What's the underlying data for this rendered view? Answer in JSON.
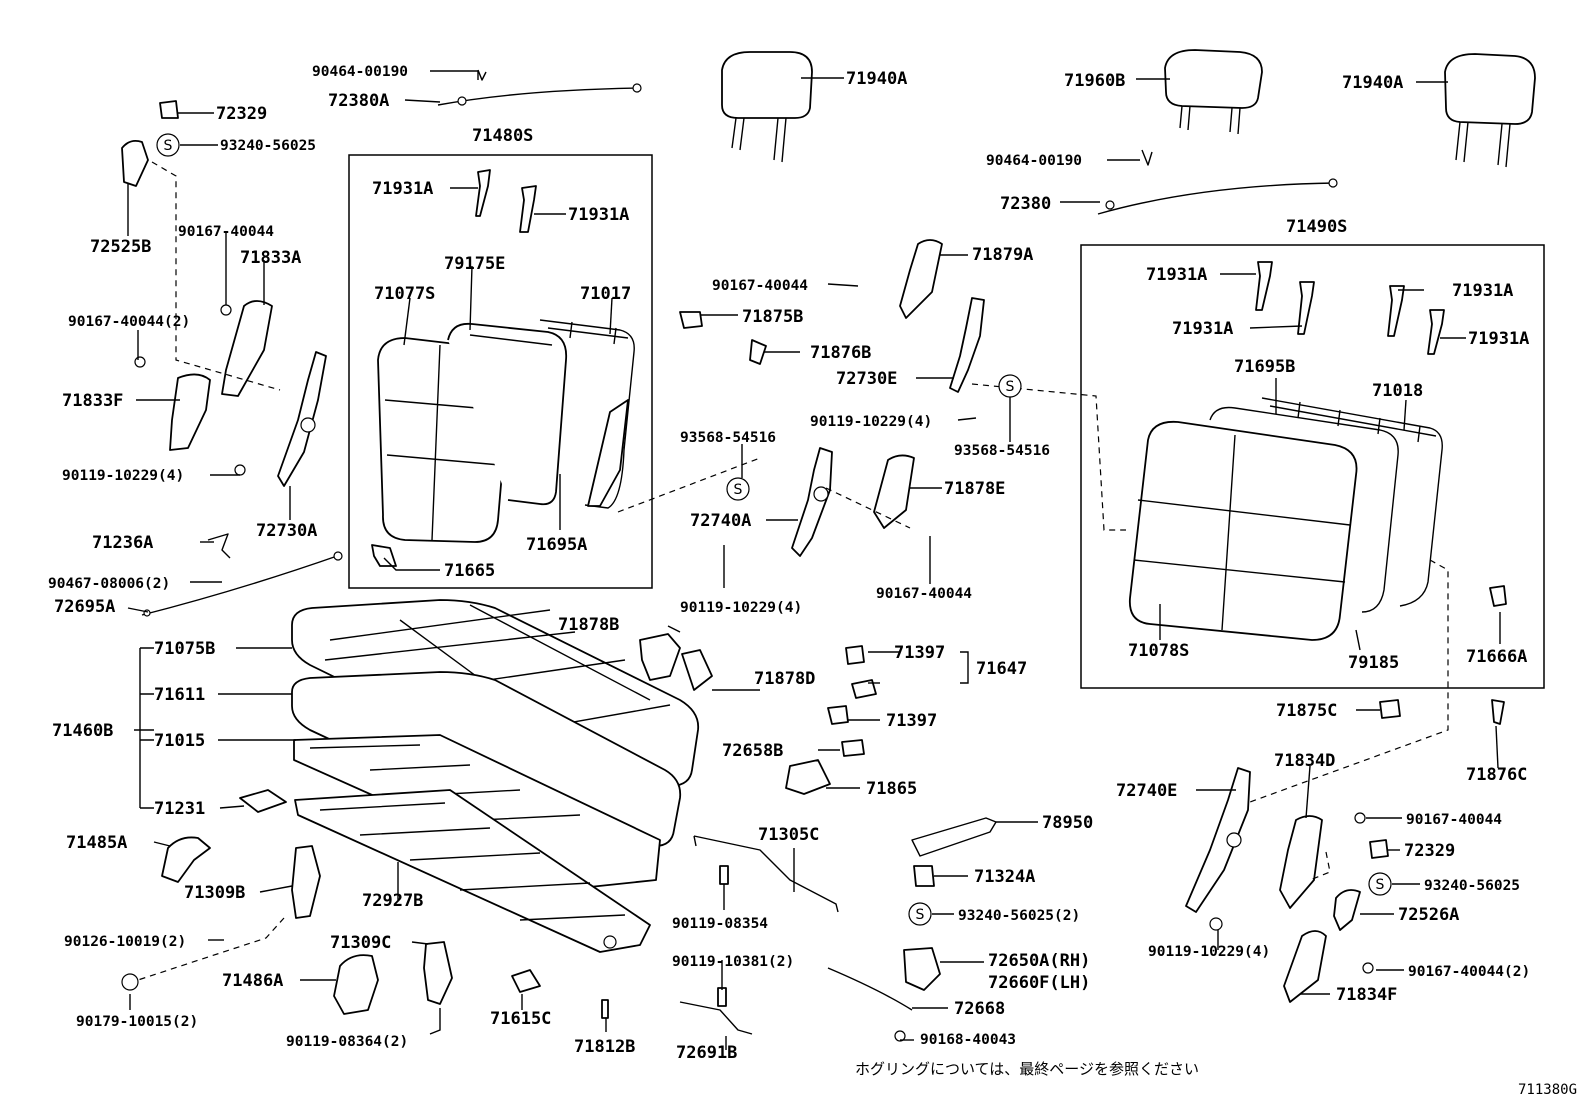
{
  "diagram": {
    "labels": [
      {
        "text": "90464-00190"
      },
      {
        "text": "72380A"
      },
      {
        "text": "71940A"
      },
      {
        "text": "71960B"
      },
      {
        "text": "71940A"
      },
      {
        "text": "72329"
      },
      {
        "text": "93240-56025"
      },
      {
        "text": "71480S"
      },
      {
        "text": "90464-00190"
      },
      {
        "text": "72380"
      },
      {
        "text": "71931A"
      },
      {
        "text": "71931A"
      },
      {
        "text": "90167-40044"
      },
      {
        "text": "72525B"
      },
      {
        "text": "71833A"
      },
      {
        "text": "79175E"
      },
      {
        "text": "71077S"
      },
      {
        "text": "71017"
      },
      {
        "text": "71879A"
      },
      {
        "text": "71490S"
      },
      {
        "text": "90167-40044"
      },
      {
        "text": "71875B"
      },
      {
        "text": "71931A"
      },
      {
        "text": "71931A"
      },
      {
        "text": "90167-40044(2)"
      },
      {
        "text": "71931A"
      },
      {
        "text": "71931A"
      },
      {
        "text": "71833F"
      },
      {
        "text": "71876B"
      },
      {
        "text": "72730E"
      },
      {
        "text": "71695B"
      },
      {
        "text": "71018"
      },
      {
        "text": "90119-10229(4)"
      },
      {
        "text": "93568-54516"
      },
      {
        "text": "93568-54516"
      },
      {
        "text": "90119-10229(4)"
      },
      {
        "text": "71878E"
      },
      {
        "text": "72730A"
      },
      {
        "text": "72740A"
      },
      {
        "text": "71236A"
      },
      {
        "text": "71695A"
      },
      {
        "text": "71665"
      },
      {
        "text": "90467-08006(2)"
      },
      {
        "text": "72695A"
      },
      {
        "text": "90119-10229(4)"
      },
      {
        "text": "90167-40044"
      },
      {
        "text": "71878B"
      },
      {
        "text": "71078S"
      },
      {
        "text": "71666A"
      },
      {
        "text": "71075B"
      },
      {
        "text": "71397"
      },
      {
        "text": "71647"
      },
      {
        "text": "79185"
      },
      {
        "text": "71611"
      },
      {
        "text": "71878D"
      },
      {
        "text": "71875C"
      },
      {
        "text": "71460B"
      },
      {
        "text": "71015"
      },
      {
        "text": "71397"
      },
      {
        "text": "72658B"
      },
      {
        "text": "71834D"
      },
      {
        "text": "71876C"
      },
      {
        "text": "71231"
      },
      {
        "text": "71865"
      },
      {
        "text": "72740E"
      },
      {
        "text": "78950"
      },
      {
        "text": "90167-40044"
      },
      {
        "text": "71485A"
      },
      {
        "text": "71305C"
      },
      {
        "text": "72329"
      },
      {
        "text": "71309B"
      },
      {
        "text": "71324A"
      },
      {
        "text": "72927B"
      },
      {
        "text": "93240-56025"
      },
      {
        "text": "90119-08354"
      },
      {
        "text": "93240-56025(2)"
      },
      {
        "text": "72526A"
      },
      {
        "text": "90126-10019(2)"
      },
      {
        "text": "71309C"
      },
      {
        "text": "90119-10229(4)"
      },
      {
        "text": "90119-10381(2)"
      },
      {
        "text": "72650A(RH)"
      },
      {
        "text": "90167-40044(2)"
      },
      {
        "text": "72660F(LH)"
      },
      {
        "text": "71486A"
      },
      {
        "text": "71615C"
      },
      {
        "text": "72668"
      },
      {
        "text": "71834F"
      },
      {
        "text": "90179-10015(2)"
      },
      {
        "text": "90119-08364(2)"
      },
      {
        "text": "71812B"
      },
      {
        "text": "90168-40043"
      },
      {
        "text": "72691B"
      }
    ],
    "symbol_text": "S",
    "footnote": "ホグリングについては、最終ページを参照ください",
    "diagram_code": "711380G"
  }
}
